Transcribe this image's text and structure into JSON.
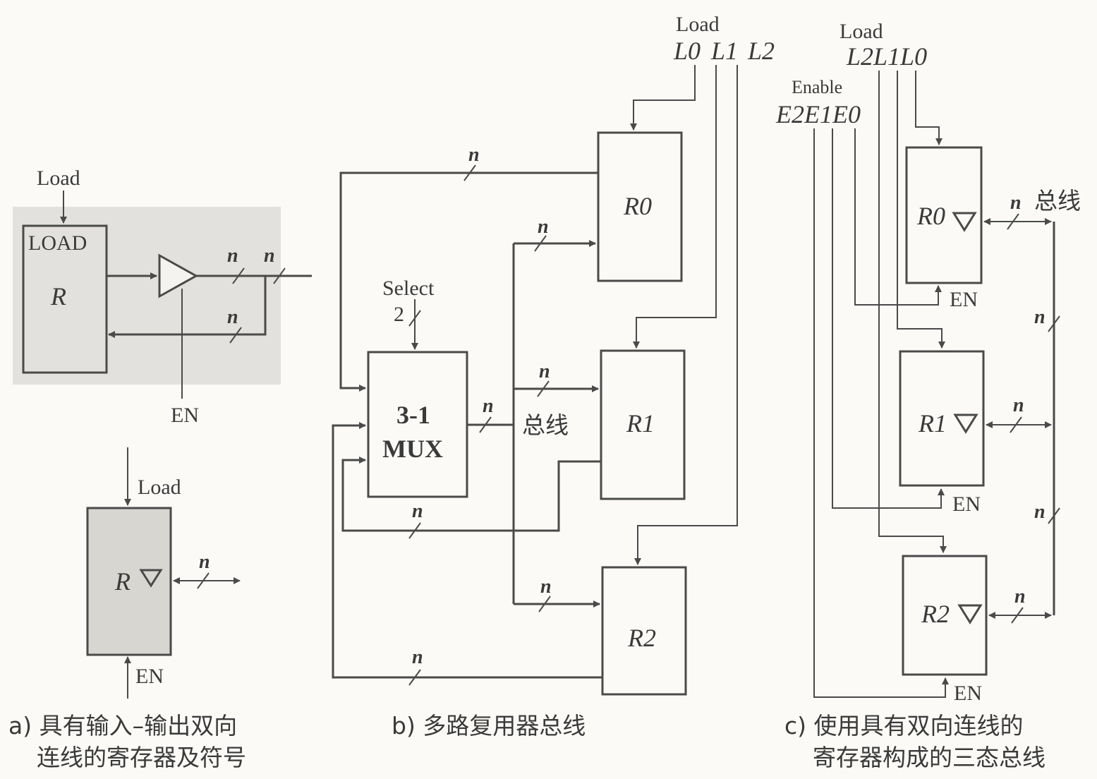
{
  "panel_a": {
    "load": "Load",
    "load_block": "LOAD",
    "register": "R",
    "n": "n",
    "en": "EN",
    "symbol_load": "Load",
    "symbol_register": "R",
    "symbol_en": "EN",
    "caption_line1": "a) 具有输入–输出双向",
    "caption_line2": "连线的寄存器及符号"
  },
  "panel_b": {
    "load": "Load",
    "l0": "L0",
    "l1": "L1",
    "l2": "L2",
    "select": "Select",
    "select_width": "2",
    "mux_line1": "3-1",
    "mux_line2": "MUX",
    "bus": "总线",
    "r0": "R0",
    "r1": "R1",
    "r2": "R2",
    "n": "n",
    "caption": "b) 多路复用器总线"
  },
  "panel_c": {
    "load": "Load",
    "load_signals": "L2L1L0",
    "enable": "Enable",
    "enable_signals": "E2E1E0",
    "r0": "R0",
    "r1": "R1",
    "r2": "R2",
    "en": "EN",
    "n": "n",
    "bus": "总线",
    "caption_line1": "c) 使用具有双向连线的",
    "caption_line2": "寄存器构成的三态总线"
  }
}
